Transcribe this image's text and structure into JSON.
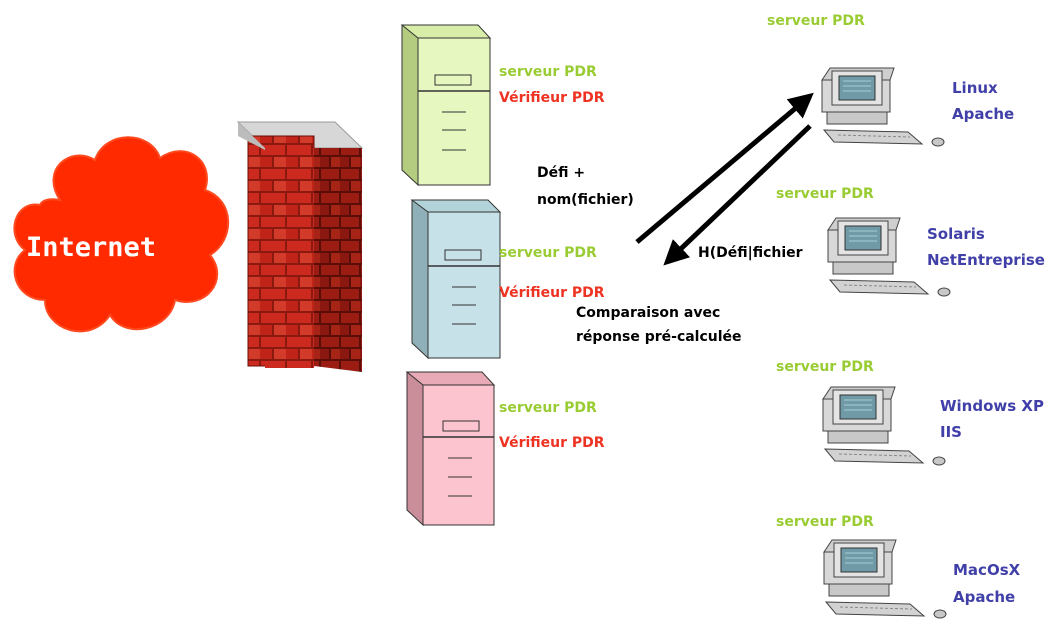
{
  "internet": {
    "label": "Internet"
  },
  "servers": [
    {
      "name": "serveur PDR",
      "role": "Vérifieur PDR",
      "color": "#e6f7c0"
    },
    {
      "name": "serveur PDR",
      "role": "Vérifieur PDR",
      "color": "#c6e2e8"
    },
    {
      "name": "serveur PDR",
      "role": "Vérifieur PDR",
      "color": "#fbc4cf"
    }
  ],
  "exchange": {
    "challenge_line1": "Défi +",
    "challenge_line2": "nom(fichier)",
    "response": "H(Défi|fichier",
    "comparison_line1": "Comparaison avec",
    "comparison_line2": "réponse pré-calculée"
  },
  "clients": [
    {
      "name": "serveur PDR",
      "os_line1": "Linux",
      "os_line2": "Apache"
    },
    {
      "name": "serveur PDR",
      "os_line1": "Solaris",
      "os_line2": "NetEntreprise"
    },
    {
      "name": "serveur PDR",
      "os_line1": "Windows XP",
      "os_line2": "IIS"
    },
    {
      "name": "serveur PDR",
      "os_line1": "MacOsX",
      "os_line2": "Apache"
    }
  ],
  "colors": {
    "server_label": "#99cc33",
    "verifier_label": "#ee3322",
    "os_label": "#4040a8",
    "internet_cloud": "#ff2a00",
    "firewall_brick": "#cc2a1f"
  }
}
